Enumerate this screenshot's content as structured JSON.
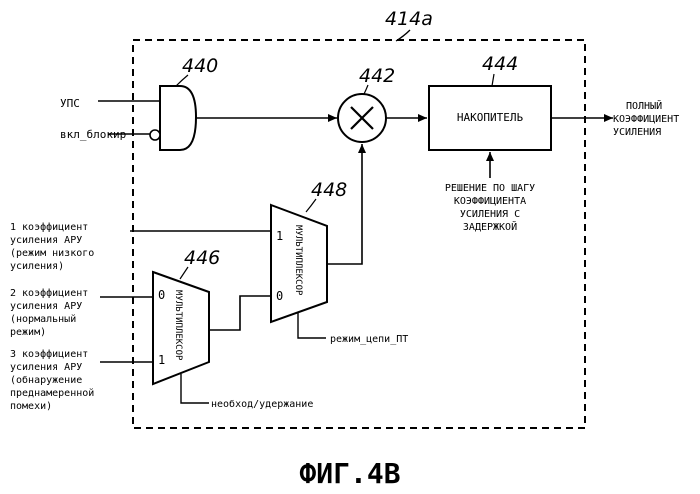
{
  "figure": {
    "caption": "ФИГ.4В",
    "block_ref": "414a"
  },
  "blocks": {
    "and_gate": {
      "ref": "440"
    },
    "multiplier": {
      "ref": "442"
    },
    "accumulator": {
      "ref": "444",
      "label": "НАКОПИТЕЛЬ"
    },
    "mux_a": {
      "ref": "446",
      "label": "МУЛЬТИПЛЕКСОР",
      "in0": "0",
      "in1": "1"
    },
    "mux_b": {
      "ref": "448",
      "label": "МУЛЬТИПЛЕКСОР",
      "in0": "0",
      "in1": "1"
    }
  },
  "signals": {
    "ups": "УПС",
    "vkl_blokir": "вкл_блокир",
    "full_gain": [
      "ПОЛНЫЙ",
      "КОЭФФИЦИЕНТ",
      "УСИЛЕНИЯ"
    ],
    "step_decision": [
      "РЕШЕНИЕ ПО ШАГУ",
      "КОЭФФИЦИЕНТА",
      "УСИЛЕНИЯ С",
      "ЗАДЕРЖКОЙ"
    ],
    "agc1": [
      "1 коэффициент",
      "усиления АРУ",
      "(режим низкого",
      "усиления)"
    ],
    "agc2": [
      "2 коэффициент",
      "усиления АРУ",
      "(нормальный",
      "режим)"
    ],
    "agc3": [
      "3 коэффициент",
      "усиления АРУ",
      "(обнаружение",
      "преднамеренной",
      "помехи)"
    ],
    "mode_pt": "режим_цепи_ПТ",
    "bypass_hold": "необход/удержание"
  }
}
